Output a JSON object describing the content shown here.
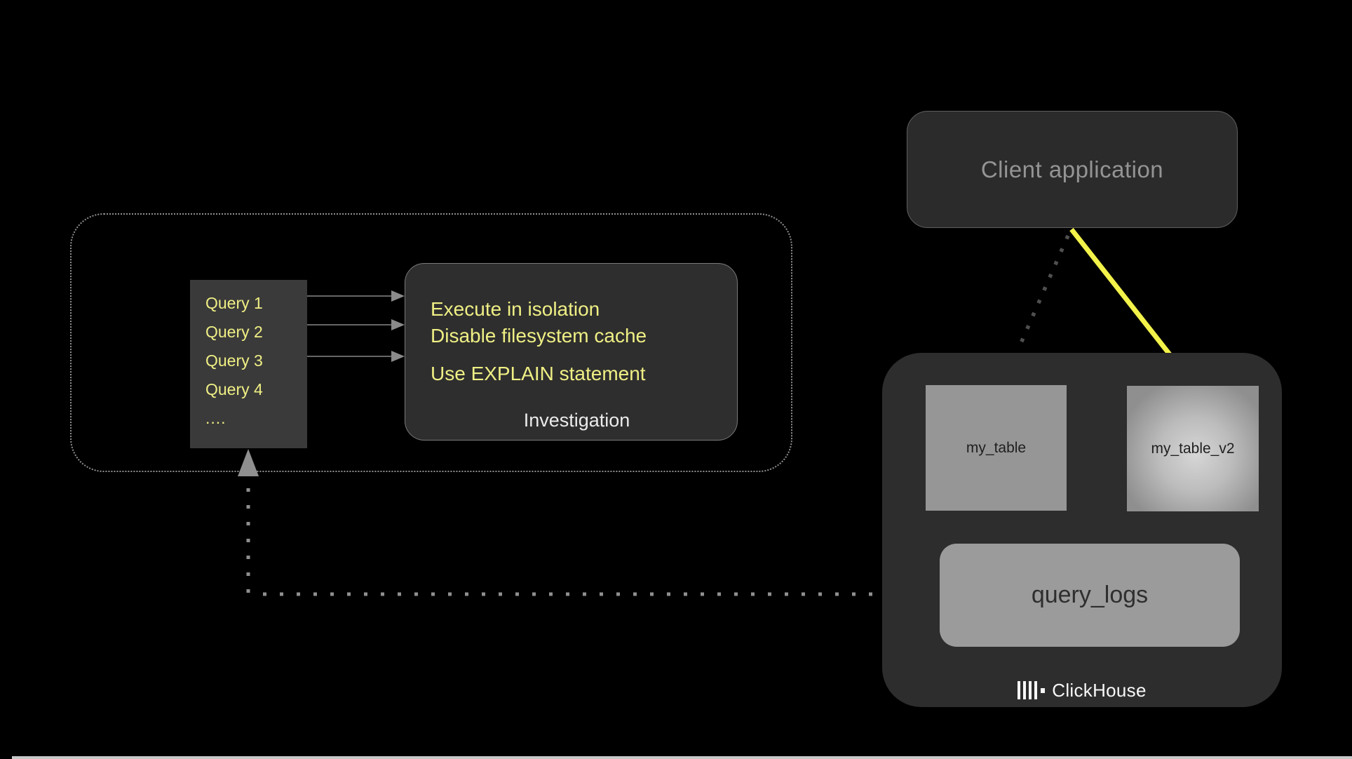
{
  "colors": {
    "bg": "#000000",
    "node-fill": "#2e2e2e",
    "client-fill": "#2b2b2b",
    "query-list-fill": "#3a3a3a",
    "accent-yellow": "#efef85",
    "arrow-yellow": "#f2f24a",
    "node-gray": "#999999",
    "text-dark": "#1f1f1f",
    "text-light": "#ebebeb",
    "text-muted": "#949494",
    "dot-gray": "#8f8f8f",
    "dash-dark": "#4f4f4f",
    "arrowhead-gray": "#8a8a8a",
    "border-gray": "#7a7a7a",
    "bottom-bar": "#c8c8c8",
    "brand-white": "#f7f7f7"
  },
  "client": {
    "label": "Client application"
  },
  "investigation": {
    "queries": [
      "Query 1",
      "Query 2",
      "Query 3",
      "Query 4",
      "...."
    ],
    "tips": [
      "Execute in isolation",
      "Disable filesystem cache",
      "Use EXPLAIN statement"
    ],
    "caption": "Investigation"
  },
  "clickhouse": {
    "my_table_label": "my_table",
    "my_table_v2_label": "my_table_v2",
    "query_logs_label": "query_logs",
    "brand": "ClickHouse"
  }
}
